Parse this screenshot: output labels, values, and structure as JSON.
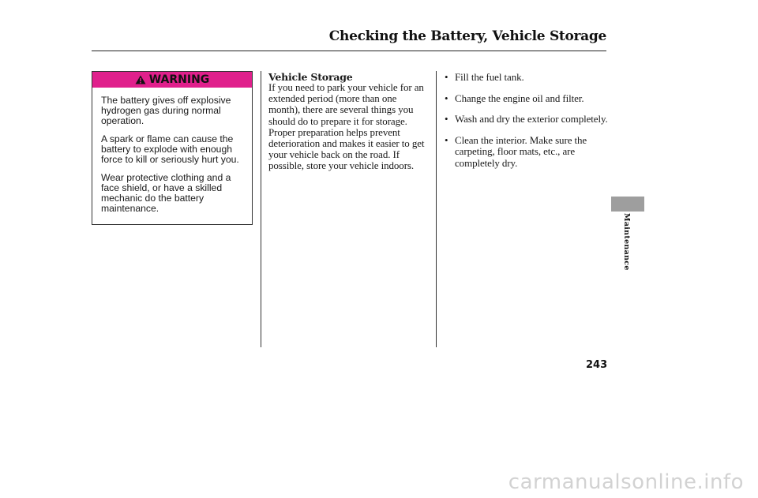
{
  "header": {
    "title": "Checking the Battery, Vehicle Storage"
  },
  "warning": {
    "label": "WARNING",
    "icon": "warning-triangle-icon",
    "accent_color": "#e0208c",
    "paragraphs": [
      "The battery gives off explosive hydrogen gas during normal operation.",
      "A spark or flame can cause the battery to explode with enough force to kill or seriously hurt you.",
      "Wear protective clothing and a face shield, or have a skilled mechanic do the battery maintenance."
    ]
  },
  "vehicle_storage": {
    "heading": "Vehicle Storage",
    "body": "If you need to park your vehicle for an extended period (more than one month), there are several things you should do to prepare it for storage. Proper preparation helps prevent deterioration and makes it easier to get your vehicle back on the road. If possible, store your vehicle indoors."
  },
  "steps": [
    "Fill the fuel tank.",
    "Change the engine oil and filter.",
    "Wash and dry the exterior completely.",
    "Clean the interior. Make sure the carpeting, floor mats, etc., are completely dry."
  ],
  "side_tab": {
    "label": "Maintenance"
  },
  "page_number": "243",
  "watermark": "carmanualsonline.info"
}
